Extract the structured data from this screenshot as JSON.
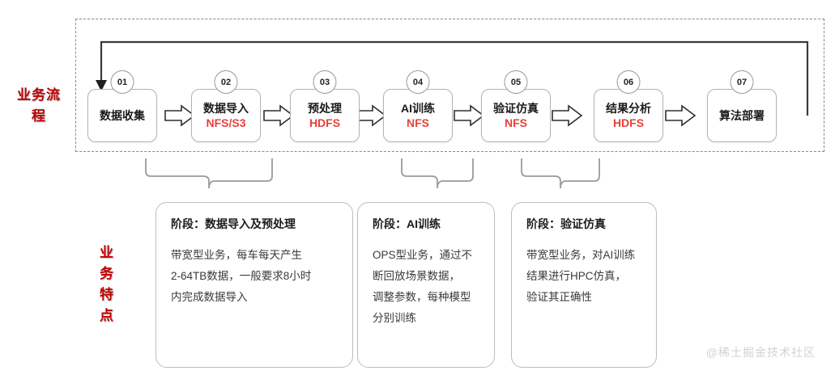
{
  "labels": {
    "process": "业务流程",
    "process_line1": "业务流",
    "process_line2": "程",
    "feature_chars": [
      "业",
      "务",
      "特",
      "点"
    ]
  },
  "colors": {
    "accent_red": "#c00000",
    "sub_red": "#e8403a",
    "box_border": "#b3b3b3",
    "dashed_border": "#8a8a8a",
    "watermark": "#d2d2d2"
  },
  "flow": {
    "steps": [
      {
        "num": "01",
        "title": "数据收集",
        "sub": ""
      },
      {
        "num": "02",
        "title": "数据导入",
        "sub": "NFS/S3"
      },
      {
        "num": "03",
        "title": "预处理",
        "sub": "HDFS"
      },
      {
        "num": "04",
        "title": "AI训练",
        "sub": "NFS"
      },
      {
        "num": "05",
        "title": "验证仿真",
        "sub": "NFS"
      },
      {
        "num": "06",
        "title": "结果分析",
        "sub": "HDFS"
      },
      {
        "num": "07",
        "title": "算法部署",
        "sub": ""
      }
    ]
  },
  "cards": [
    {
      "stage": "阶段：数据导入及预处理",
      "lines": [
        "带宽型业务，每车每天产生",
        "2-64TB数据，一般要求8小时",
        "内完成数据导入"
      ]
    },
    {
      "stage": "阶段：AI训练",
      "lines": [
        "OPS型业务，通过不",
        "断回放场景数据，",
        "调整参数，每种模型",
        "分别训练"
      ]
    },
    {
      "stage": "阶段：验证仿真",
      "lines": [
        "带宽型业务，对AI训练",
        "结果进行HPC仿真，",
        "验证其正确性"
      ]
    }
  ],
  "watermark": "@稀土掘金技术社区"
}
